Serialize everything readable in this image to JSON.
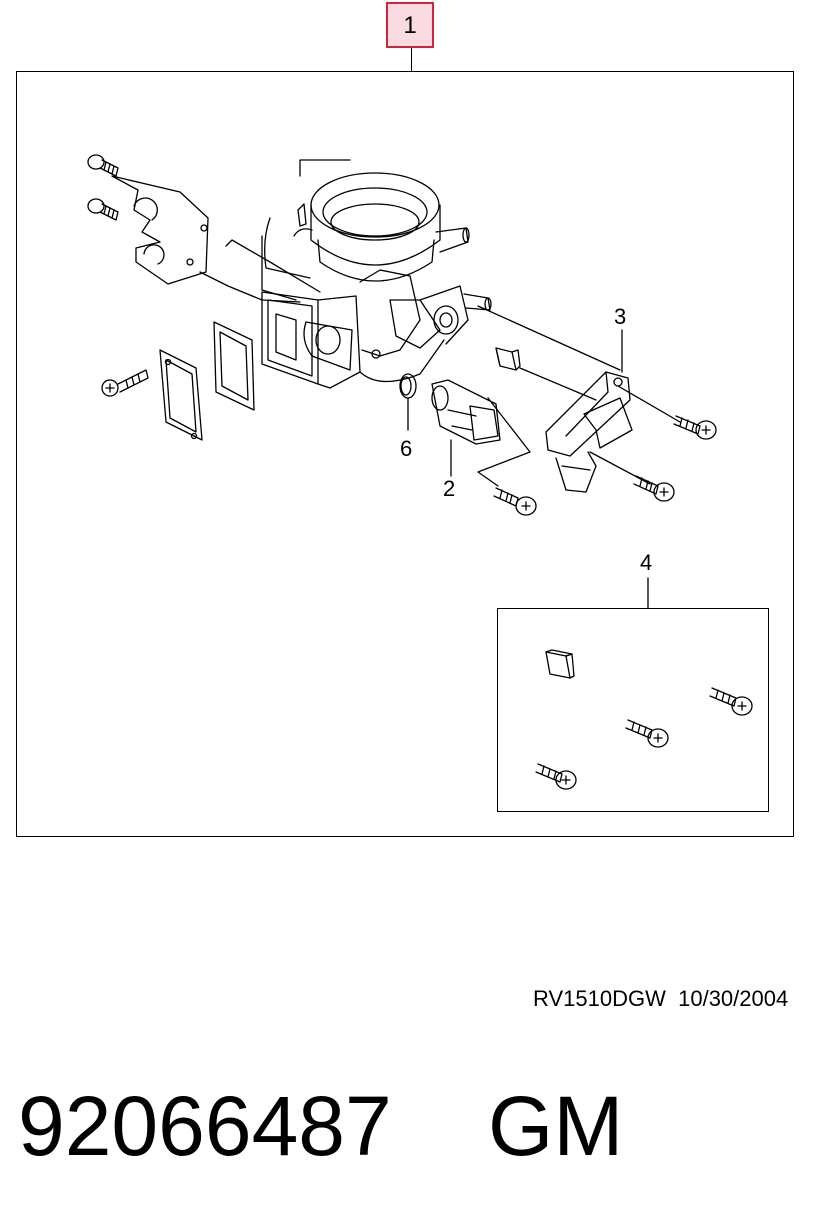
{
  "callouts": {
    "c1": "1",
    "c2": "2",
    "c3": "3",
    "c4": "4",
    "c6": "6"
  },
  "footer": {
    "drawing_ref": "RV1510DGW",
    "date": "10/30/2004",
    "part_number": "92066487",
    "brand": "GM"
  },
  "colors": {
    "highlight_fill": "#fadbe1",
    "highlight_border": "#d2243b",
    "line": "#000000"
  }
}
